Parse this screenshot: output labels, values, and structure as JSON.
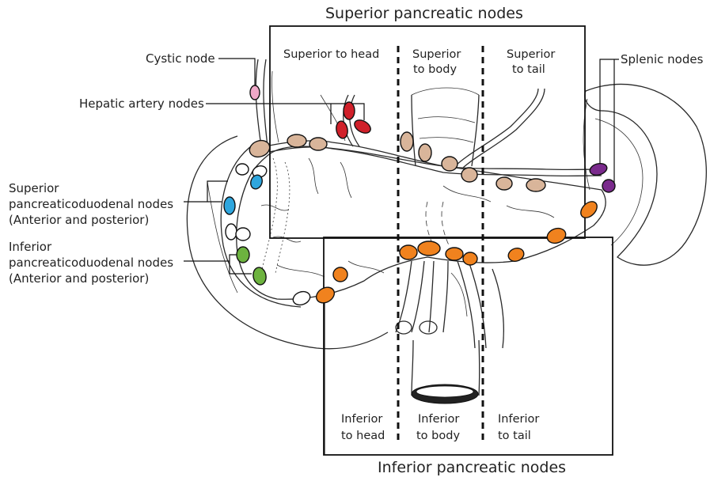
{
  "titles": {
    "top": "Superior pancreatic nodes",
    "bottom": "Inferior pancreatic nodes"
  },
  "regions": {
    "sup_head": "Superior to head",
    "sup_body": [
      "Superior",
      "to body"
    ],
    "sup_tail": [
      "Superior",
      "to tail"
    ],
    "inf_head": [
      "Inferior",
      "to head"
    ],
    "inf_body": [
      "Inferior",
      "to body"
    ],
    "inf_tail": [
      "Inferior",
      "to tail"
    ]
  },
  "labels": {
    "cystic": "Cystic node",
    "hepatic": "Hepatic artery nodes",
    "splenic": "Splenic nodes",
    "sup_pd": [
      "Superior",
      "pancreaticoduodenal nodes",
      "(Anterior and posterior)"
    ],
    "inf_pd": [
      "Inferior",
      "pancreaticoduodenal nodes",
      "(Anterior and posterior)"
    ]
  },
  "colors": {
    "superior": "#d9b59a",
    "hepatic": "#d0202a",
    "cystic": "#f0a8c8",
    "splenic": "#7a2a8c",
    "sup_pd": "#2ea6de",
    "inf_pd": "#6db33f",
    "inferior": "#f0821e",
    "posterior": "#ffffff"
  }
}
